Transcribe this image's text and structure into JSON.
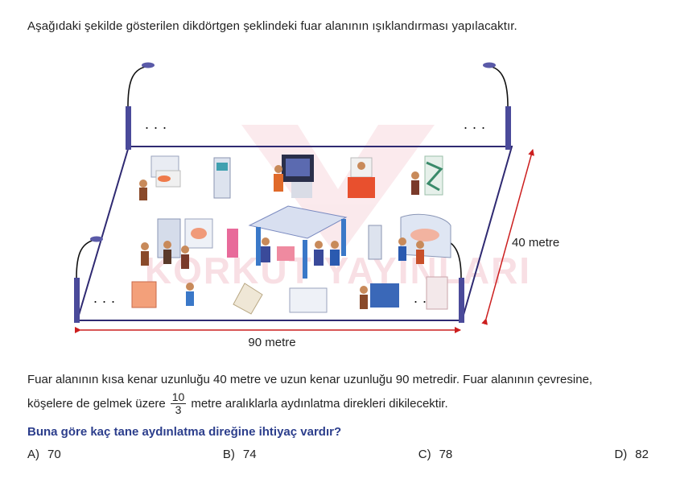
{
  "intro_text": "Aşağıdaki şekilde gösterilen dikdörtgen şeklindeki fuar alanının ışıklandırması yapılacaktır.",
  "figure": {
    "dots": "...",
    "side_label": "40 metre",
    "bottom_label": "90 metre",
    "watermark_text": "KORKUT YAYINLARI",
    "colors": {
      "outline": "#2f2a72",
      "arrow": "#cc1f1f",
      "pole": "#4a4a9a",
      "watermark": "#f3c6cf"
    }
  },
  "paragraph": {
    "line1": "Fuar alanının kısa kenar uzunluğu 40 metre ve uzun kenar uzunluğu 90 metredir. Fuar alanının çevresine,",
    "line2_before": "köşelere de gelmek üzere",
    "fraction_numerator": "10",
    "fraction_denominator": "3",
    "line2_after": "metre aralıklarla aydınlatma direkleri dikilecektir."
  },
  "question": "Buna göre kaç tane aydınlatma direğine ihtiyaç vardır?",
  "options": [
    {
      "letter": "A)",
      "value": "70"
    },
    {
      "letter": "B)",
      "value": "74"
    },
    {
      "letter": "C)",
      "value": "78"
    },
    {
      "letter": "D)",
      "value": "82"
    }
  ]
}
